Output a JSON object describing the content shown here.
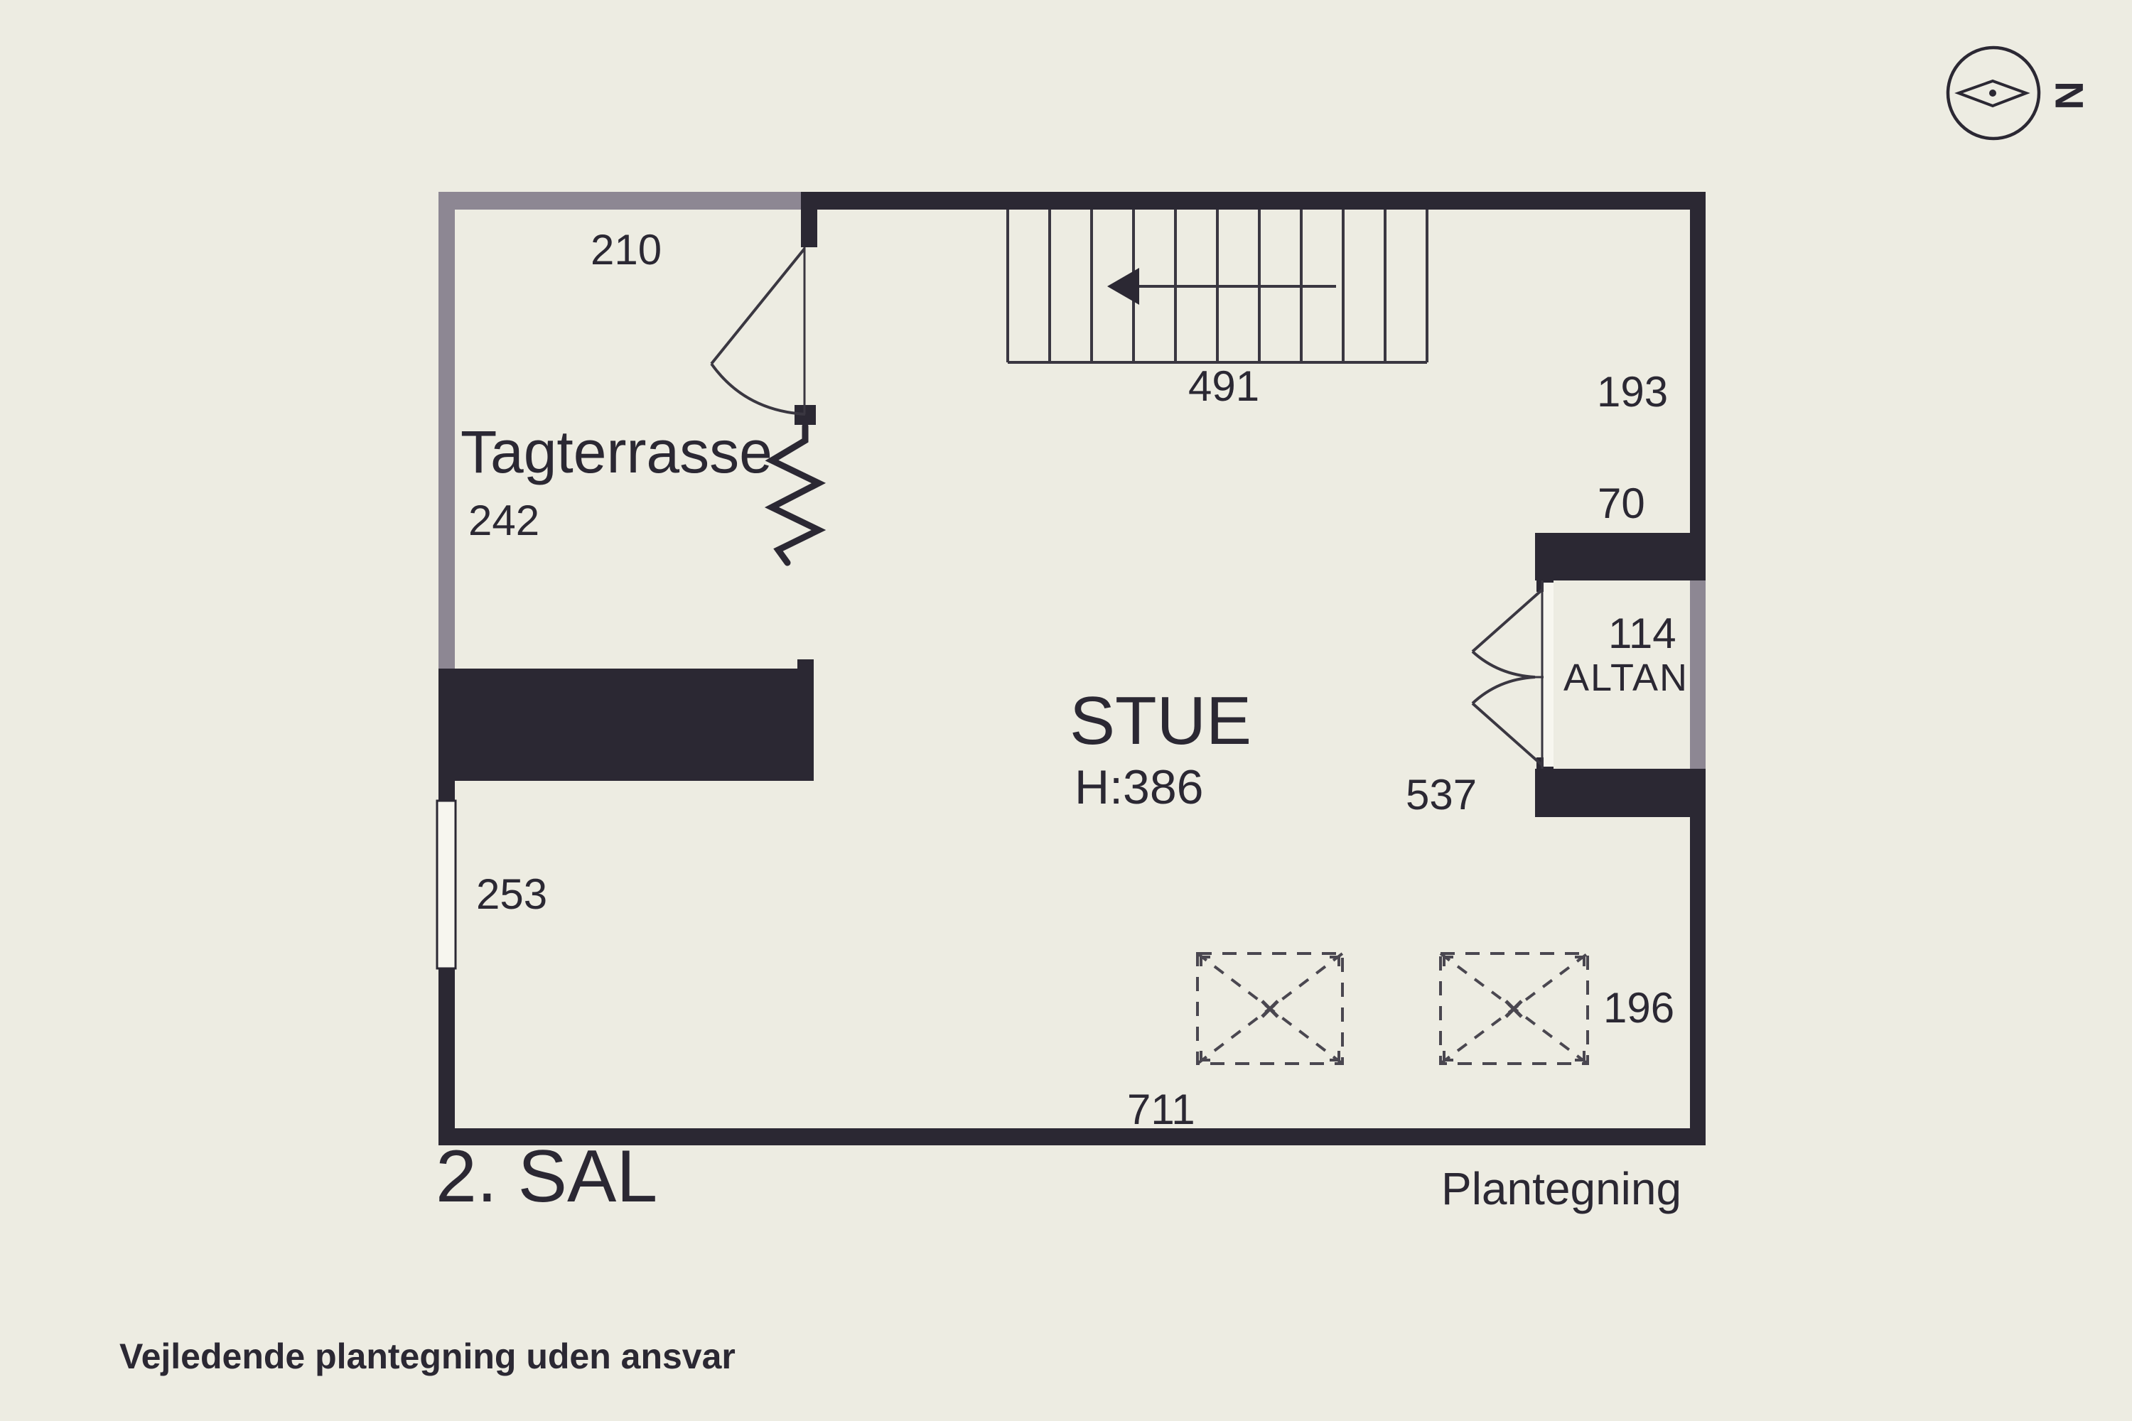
{
  "colors": {
    "background": "#edece2",
    "wall_dark": "#2b2833",
    "wall_gray": "#8d8793",
    "line": "#3a3741"
  },
  "compass": {
    "letter": "N"
  },
  "plan": {
    "room": {
      "name": "STUE",
      "ceiling_height": "H:386"
    },
    "terrace": {
      "name": "Tagterrasse"
    },
    "balcony": {
      "name": "ALTAN",
      "area": "114"
    },
    "dimensions": {
      "terrace_door": "210",
      "terrace_width": "242",
      "stairs_width": "491",
      "wall_right_upper": "193",
      "balcony_stub": "70",
      "balcony_doors": "537",
      "window_left": "253",
      "skylights": "196",
      "wall_bottom": "711"
    }
  },
  "footer": {
    "floor": "2. SAL",
    "drawing_label": "Plantegning",
    "disclaimer": "Vejledende plantegning uden ansvar"
  }
}
